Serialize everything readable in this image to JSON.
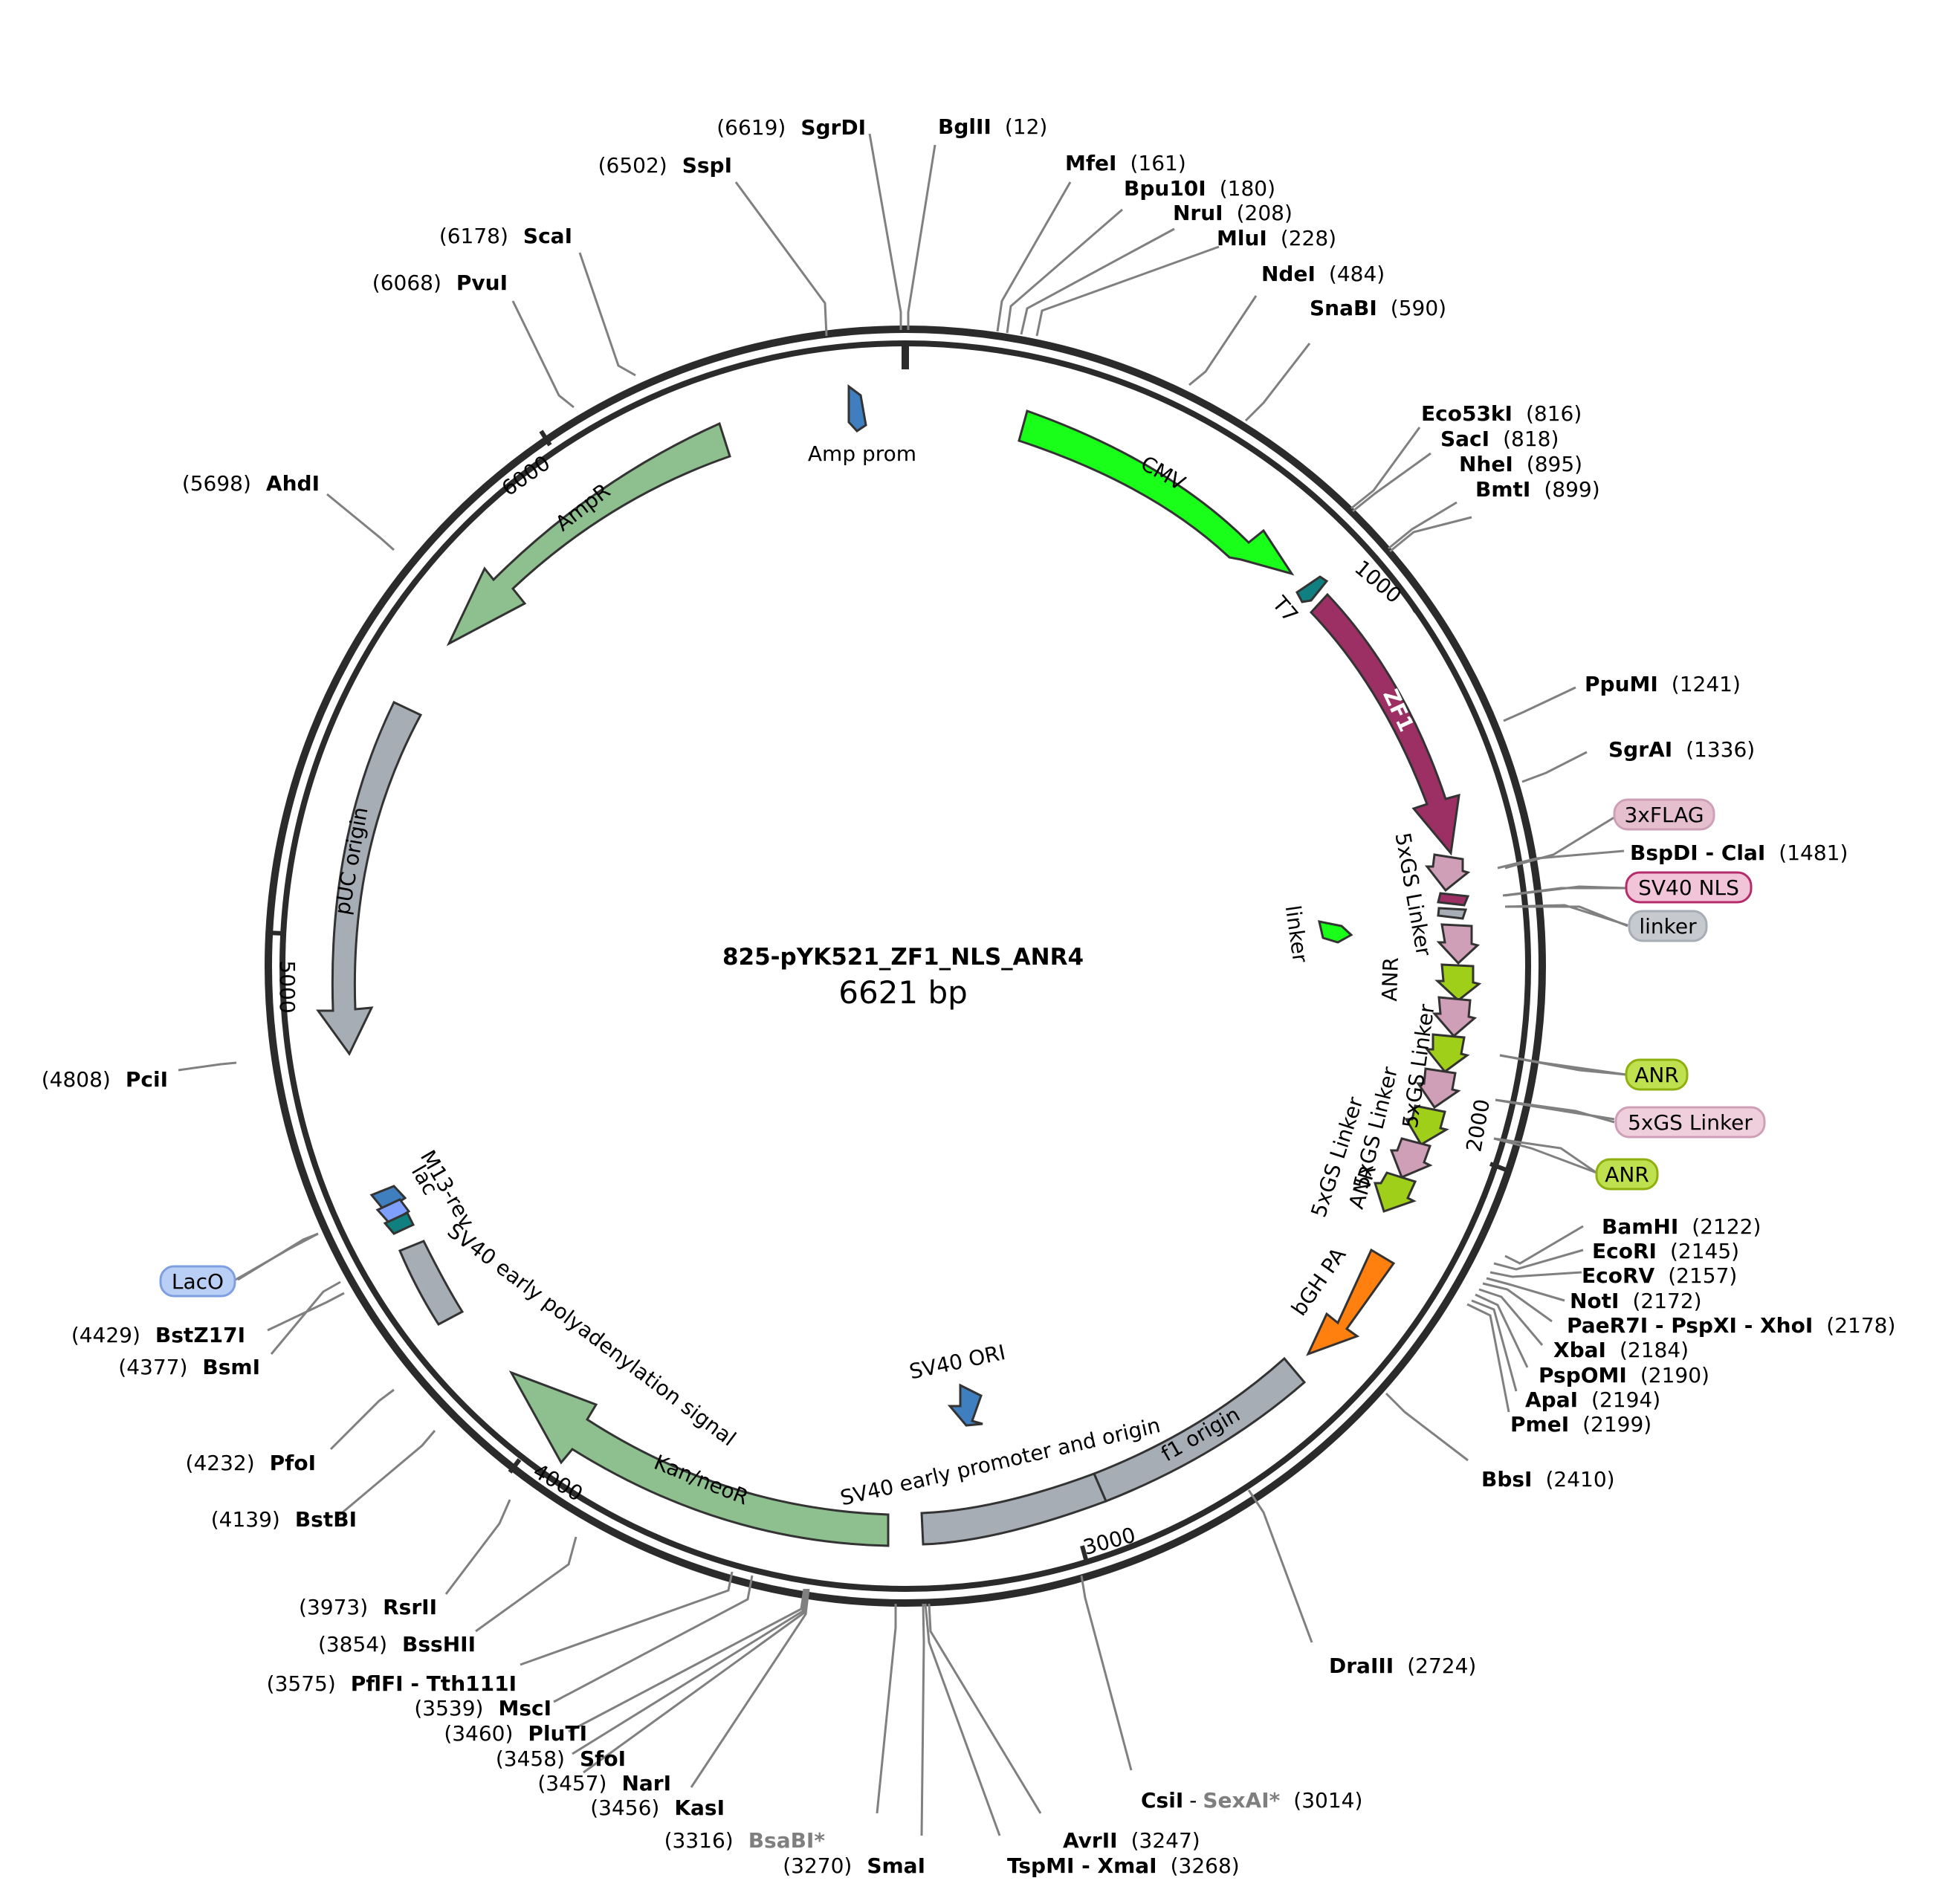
{
  "plasmid": {
    "name": "825-pYK521_ZF1_NLS_ANR4",
    "size_label": "6621 bp",
    "length_bp": 6621
  },
  "ticks": [
    "1000",
    "2000",
    "3000",
    "4000",
    "5000",
    "6000"
  ],
  "sites": [
    {
      "label": "SgrDI",
      "pos": "(6619)"
    },
    {
      "label": "BglII",
      "pos": "(12)"
    },
    {
      "label": "SspI",
      "pos": "(6502)"
    },
    {
      "label": "MfeI",
      "pos": "(161)"
    },
    {
      "label": "Bpu10I",
      "pos": "(180)"
    },
    {
      "label": "NruI",
      "pos": "(208)"
    },
    {
      "label": "MluI",
      "pos": "(228)"
    },
    {
      "label": "ScaI",
      "pos": "(6178)"
    },
    {
      "label": "PvuI",
      "pos": "(6068)"
    },
    {
      "label": "NdeI",
      "pos": "(484)"
    },
    {
      "label": "SnaBI",
      "pos": "(590)"
    },
    {
      "label": "Eco53kI",
      "pos": "(816)"
    },
    {
      "label": "SacI",
      "pos": "(818)"
    },
    {
      "label": "NheI",
      "pos": "(895)"
    },
    {
      "label": "BmtI",
      "pos": "(899)"
    },
    {
      "label": "AhdI",
      "pos": "(5698)"
    },
    {
      "label": "PpuMI",
      "pos": "(1241)"
    },
    {
      "label": "SgrAI",
      "pos": "(1336)"
    },
    {
      "label": "BspDI - ClaI",
      "pos": "(1481)"
    },
    {
      "label": "PciI",
      "pos": "(4808)"
    },
    {
      "label": "BamHI",
      "pos": "(2122)"
    },
    {
      "label": "EcoRI",
      "pos": "(2145)"
    },
    {
      "label": "EcoRV",
      "pos": "(2157)"
    },
    {
      "label": "NotI",
      "pos": "(2172)"
    },
    {
      "label": "PaeR7I - PspXI - XhoI",
      "pos": "(2178)"
    },
    {
      "label": "XbaI",
      "pos": "(2184)"
    },
    {
      "label": "PspOMI",
      "pos": "(2190)"
    },
    {
      "label": "ApaI",
      "pos": "(2194)"
    },
    {
      "label": "PmeI",
      "pos": "(2199)"
    },
    {
      "label": "BstZ17I",
      "pos": "(4429)"
    },
    {
      "label": "BsmI",
      "pos": "(4377)"
    },
    {
      "label": "BbsI",
      "pos": "(2410)"
    },
    {
      "label": "PfoI",
      "pos": "(4232)"
    },
    {
      "label": "BstBI",
      "pos": "(4139)"
    },
    {
      "label": "RsrII",
      "pos": "(3973)"
    },
    {
      "label": "BssHII",
      "pos": "(3854)"
    },
    {
      "label": "DraIII",
      "pos": "(2724)"
    },
    {
      "label": "PflFI - Tth111I",
      "pos": "(3575)"
    },
    {
      "label": "MscI",
      "pos": "(3539)"
    },
    {
      "label": "PluTI",
      "pos": "(3460)"
    },
    {
      "label": "SfoI",
      "pos": "(3458)"
    },
    {
      "label": "NarI",
      "pos": "(3457)"
    },
    {
      "label": "KasI",
      "pos": "(3456)"
    },
    {
      "label": "CsiI",
      "label2": "SexAI*",
      "pos": "(3014)"
    },
    {
      "label": "BsaBI*",
      "pos": "(3316)"
    },
    {
      "label": "AvrII",
      "pos": "(3247)"
    },
    {
      "label": "SmaI",
      "pos": "(3270)"
    },
    {
      "label": "TspMI - XmaI",
      "pos": "(3268)"
    }
  ],
  "features": [
    {
      "label": "CMV",
      "color": "#19ff19"
    },
    {
      "label": "ZF1",
      "color": "#9c2f63"
    },
    {
      "label": "T7",
      "color": "#0f7f7f"
    },
    {
      "label": "Amp prom",
      "color": "#3f7fbf"
    },
    {
      "label": "AmpR",
      "color": "#8ebf8e"
    },
    {
      "label": "pUC origin",
      "color": "#a7adb5"
    },
    {
      "label": "f1 origin",
      "color": "#a7adb5"
    },
    {
      "label": "SV40 early promoter and origin",
      "color": "#a7adb5"
    },
    {
      "label": "Kan/neoR",
      "color": "#8ebf8e"
    },
    {
      "label": "SV40 early polyadenylation signal",
      "color": "#a7adb5"
    },
    {
      "label": "bGH PA",
      "color": "#ff7f0f"
    },
    {
      "label": "SV40 ORI",
      "color": "#3f7fbf"
    },
    {
      "label": "linker",
      "color": "#19ff19"
    },
    {
      "label": "M13-rev",
      "color": "#3f7fbf"
    },
    {
      "label": "lac",
      "color": "#7f9fff"
    },
    {
      "label": "5xGS Linker",
      "color": "#cf9fb7"
    },
    {
      "label": "ANR",
      "color": "#9fcf19"
    }
  ],
  "legend_boxes": [
    {
      "label": "3xFLAG",
      "fill": "#e6bfcf",
      "stroke": "#cf9fb7"
    },
    {
      "label": "SV40 NLS",
      "fill": "#f2c4d8",
      "stroke": "#b52c6d"
    },
    {
      "label": "linker",
      "fill": "#c6cace",
      "stroke": "#a7adb5"
    },
    {
      "label": "ANR",
      "fill": "#bfe04f",
      "stroke": "#8fb00f"
    },
    {
      "label": "5xGS Linker",
      "fill": "#f0cfdc",
      "stroke": "#cf9fb7"
    },
    {
      "label": "ANR",
      "fill": "#bfe04f",
      "stroke": "#8fb00f"
    },
    {
      "label": "LacO",
      "fill": "#b9cff5",
      "stroke": "#7f9fe0"
    }
  ],
  "colors": {
    "backbone": "#2b2b2b",
    "leader": "#808080"
  }
}
